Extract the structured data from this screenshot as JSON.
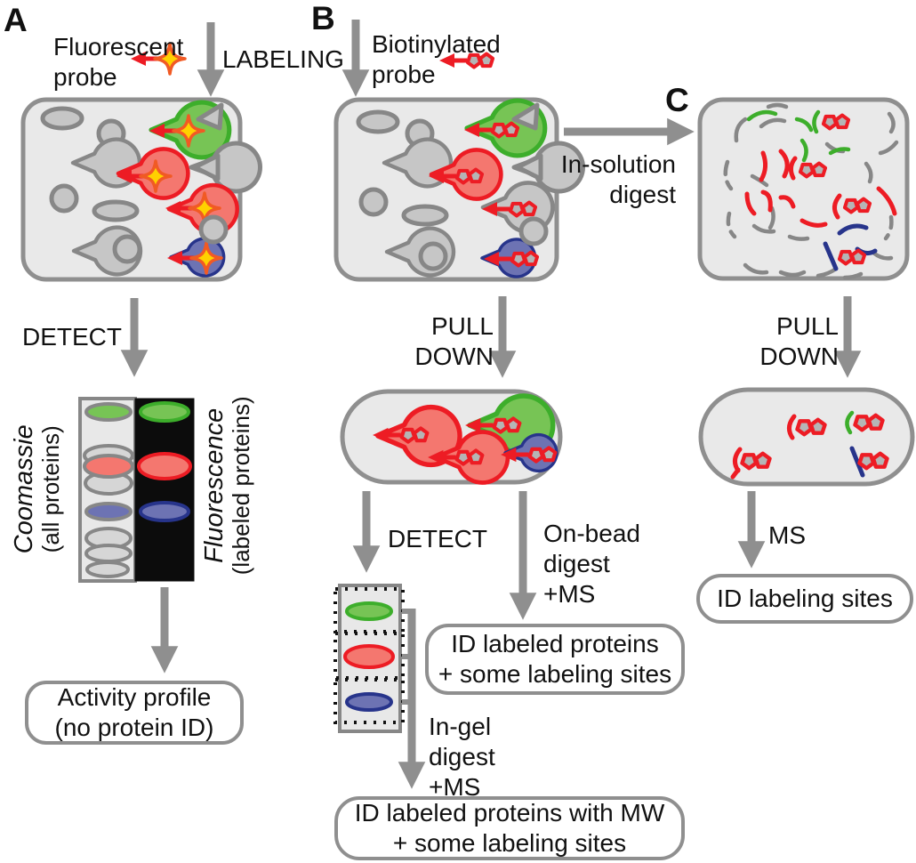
{
  "colors": {
    "red": "#ed1c24",
    "red_fill": "#f4776f",
    "green": "#3dae2b",
    "green_fill": "#77c455",
    "blue": "#27348b",
    "blue_fill": "#6d73b3",
    "gray_stroke": "#878787",
    "gray_fill": "#c6c6c6",
    "box_fill": "#e9e9e9",
    "box_stroke": "#8f8f8f",
    "arrow": "#8f8f8f",
    "gel_light": "#e8e8e8",
    "gel_dark": "#0c0c0c",
    "band_gray": "#d6d6d6",
    "star_fill": "#ffd100",
    "star_stroke": "#f15a24",
    "biotin_fill": "#b5b5b5",
    "dotted_box": "#111111"
  },
  "icons": {
    "fluorescent_probe": "red arrow with four-point yellow star",
    "biotinylated_probe": "red arrow with fused biotin rings",
    "active_enzyme": "pacman-shaped protein",
    "biotin_tag": "two fused red pentagons with gray fill"
  },
  "panelA": {
    "label": "A",
    "probe_line1": "Fluorescent",
    "probe_line2": "probe",
    "labeling": "LABELING",
    "detect": "DETECT",
    "gel_left_title": "Coomassie",
    "gel_left_sub": "(all proteins)",
    "gel_right_title": "Fluorescence",
    "gel_right_sub": "(labeled proteins)",
    "result_line1": "Activity profile",
    "result_line2": "(no protein ID)"
  },
  "panelB": {
    "label": "B",
    "probe_line1": "Biotinylated",
    "probe_line2": "probe",
    "pulldown_line1": "PULL",
    "pulldown_line2": "DOWN",
    "detect": "DETECT",
    "onbead_line1": "On-bead",
    "onbead_line2": "digest",
    "onbead_line3": "+MS",
    "ingel_line1": "In-gel",
    "ingel_line2": "digest",
    "ingel_line3": "+MS",
    "result1_line1": "ID labeled proteins",
    "result1_line2": "+ some labeling sites",
    "result2_line1": "ID labeled proteins with MW",
    "result2_line2": "+ some labeling sites"
  },
  "panelC": {
    "label": "C",
    "insolution_line1": "In-solution",
    "insolution_line2": "digest",
    "pulldown_line1": "PULL",
    "pulldown_line2": "DOWN",
    "ms": "MS",
    "result": "ID labeling sites"
  }
}
